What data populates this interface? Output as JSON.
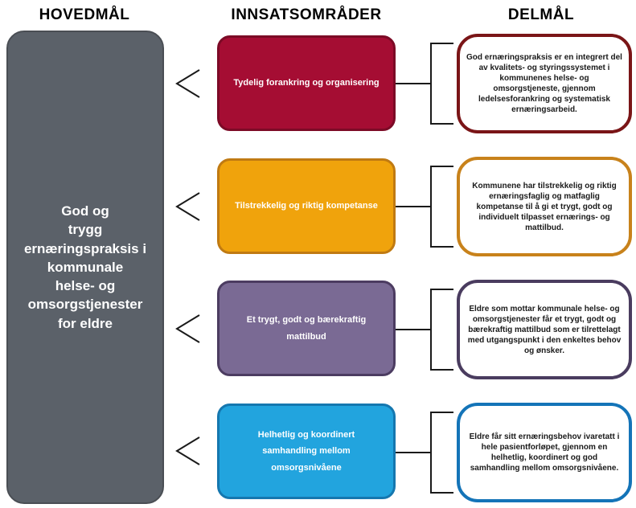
{
  "headers": {
    "hovedmal": "HOVEDMÅL",
    "innsatsomrader": "INNSATSOMRÅDER",
    "delmal": "DELMÅL"
  },
  "hovedmal": {
    "text": "God og\ntrygg\nernæringspraksis i\nkommunale\nhelse- og\nomsorgstjenester\nfor eldre",
    "fill": "#5B6169",
    "border": "#4A4E54",
    "text_color": "#FFFFFF"
  },
  "rows": [
    {
      "innsatsomrade": "Tydelig forankring og organisering",
      "delmal": "God ernæringspraksis er en integrert del av kvalitets- og styringssystemet i kommunenes helse- og omsorgstjeneste, gjennom ledelsesforankring og systematisk ernæringsarbeid.",
      "fill": "#A50D33",
      "border": "#7C0A26",
      "outline": "#7A1517",
      "text_color": "#FFFFFF"
    },
    {
      "innsatsomrade": "Tilstrekkelig og riktig kompetanse",
      "delmal": "Kommunene har tilstrekkelig og riktig ernæringsfaglig og matfaglig kompetanse til å gi et trygt, godt og individuelt tilpasset ernærings- og mattilbud.",
      "fill": "#F0A30C",
      "border": "#C07A12",
      "outline": "#C8821B",
      "text_color": "#FFFFFF"
    },
    {
      "innsatsomrade": "Et trygt, godt og bærekraftig\nmattilbud",
      "delmal": "Eldre som mottar kommunale helse- og omsorgstjenester får et trygt, godt og bærekraftig mattilbud som er tilrettelagt med utgangspunkt i den enkeltes behov og ønsker.",
      "fill": "#7A6A94",
      "border": "#4C3C61",
      "outline": "#4A3C5F",
      "text_color": "#FFFFFF"
    },
    {
      "innsatsomrade": "Helhetlig og koordinert\nsamhandling mellom\nomsorgsnivåene",
      "delmal": "Eldre får sitt ernæringsbehov ivaretatt i hele pasientforløpet, gjennom en helhetlig, koordinert og god samhandling mellom omsorgsnivåene.",
      "fill": "#22A4DE",
      "border": "#1577AF",
      "outline": "#1474B8",
      "text_color": "#FFFFFF"
    }
  ],
  "connector_color": "#1A1A1A"
}
